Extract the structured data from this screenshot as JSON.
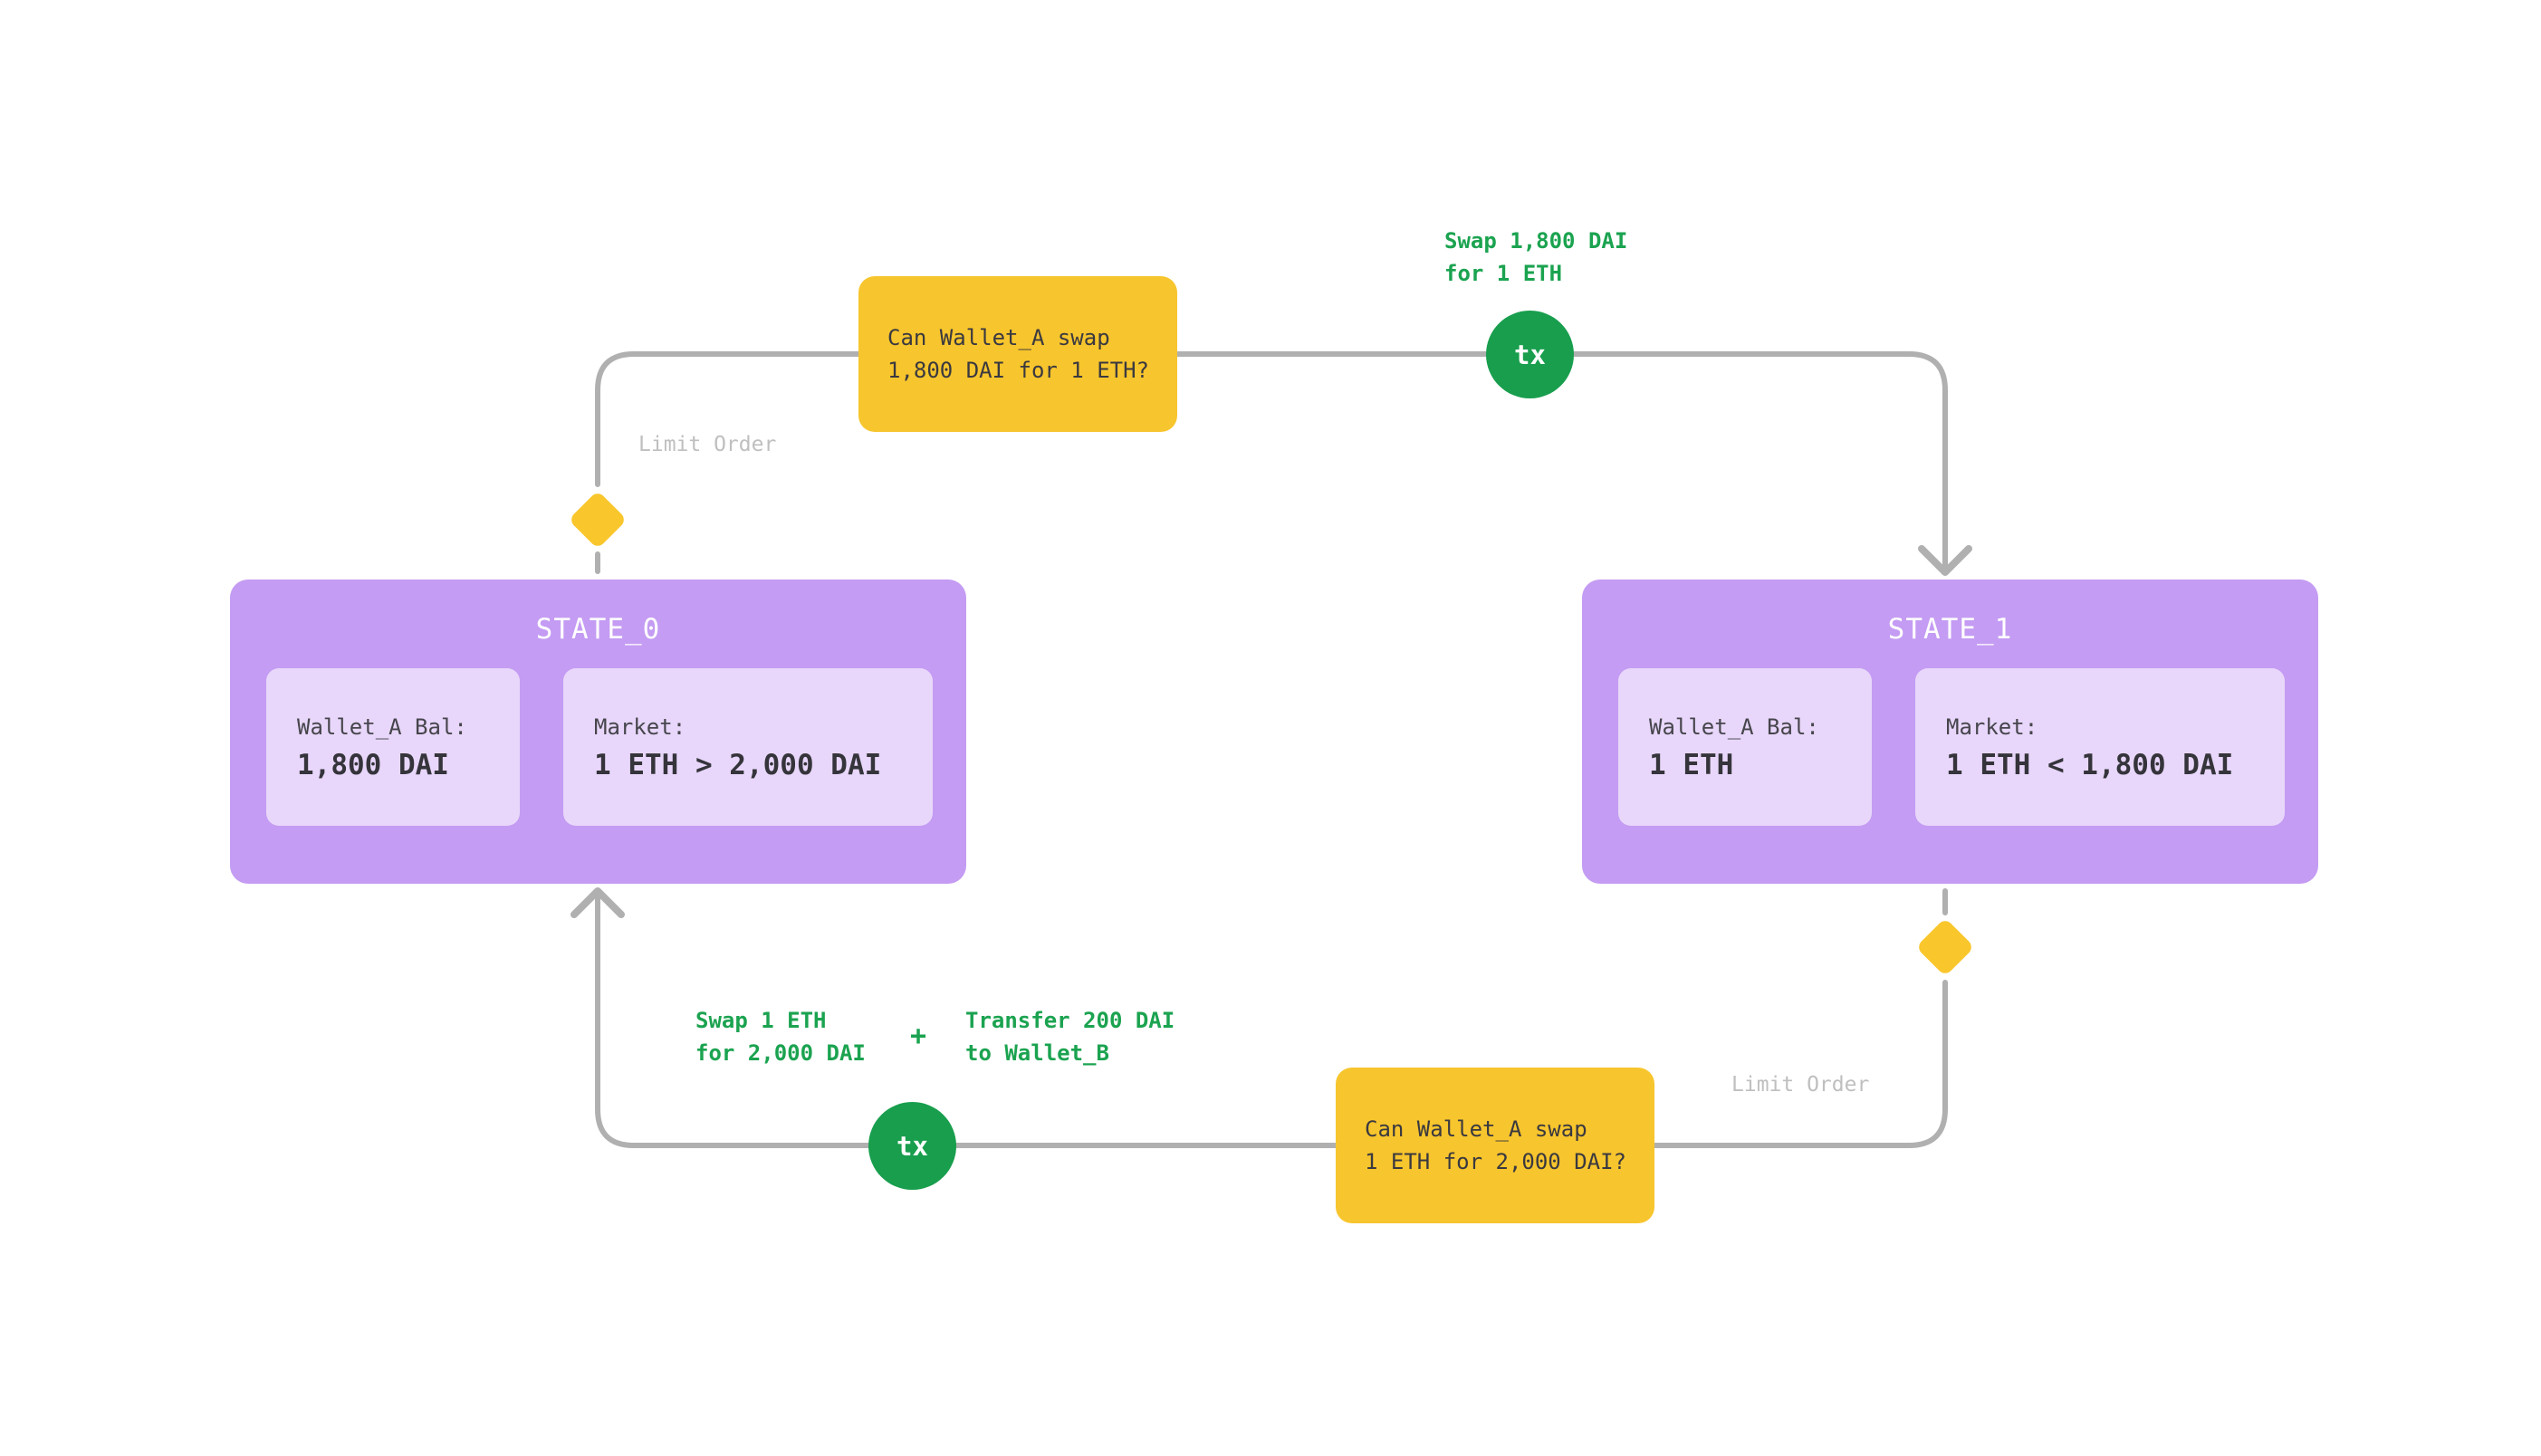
{
  "colors": {
    "background": "#ffffff",
    "state_box": "#c49cf3",
    "state_panel": "#e8d7fa",
    "question_box": "#f7c52d",
    "diamond": "#f9c62c",
    "tx_badge": "#189e4d",
    "green_text": "#1ba350",
    "line_gray": "#b0b0b0",
    "muted_gray_text": "#bfbfbf",
    "dark_text": "#35343b",
    "title_text": "#ffffff"
  },
  "states": [
    {
      "title": "STATE_0",
      "panels": [
        {
          "label": "Wallet_A Bal:",
          "value": "1,800 DAI"
        },
        {
          "label": "Market:",
          "value": "1 ETH > 2,000 DAI"
        }
      ]
    },
    {
      "title": "STATE_1",
      "panels": [
        {
          "label": "Wallet_A Bal:",
          "value": "1 ETH"
        },
        {
          "label": "Market:",
          "value": "1 ETH < 1,800 DAI"
        }
      ]
    }
  ],
  "question_boxes": [
    {
      "line1": "Can Wallet_A swap",
      "line2": "1,800 DAI for 1 ETH?"
    },
    {
      "line1": "Can Wallet_A swap",
      "line2": "1 ETH for 2,000 DAI?"
    }
  ],
  "tx_badges": [
    {
      "label": "tx"
    },
    {
      "label": "tx"
    }
  ],
  "edge_labels": {
    "swap_top": {
      "line1": "Swap 1,800 DAI",
      "line2": "for 1 ETH"
    },
    "swap_bottom": {
      "line1": "Swap 1 ETH",
      "line2": "for 2,000 DAI"
    },
    "plus": "+",
    "transfer": {
      "line1": "Transfer 200 DAI",
      "line2": "to Wallet_B"
    },
    "limit_order_top": "Limit Order",
    "limit_order_bottom": "Limit Order"
  }
}
